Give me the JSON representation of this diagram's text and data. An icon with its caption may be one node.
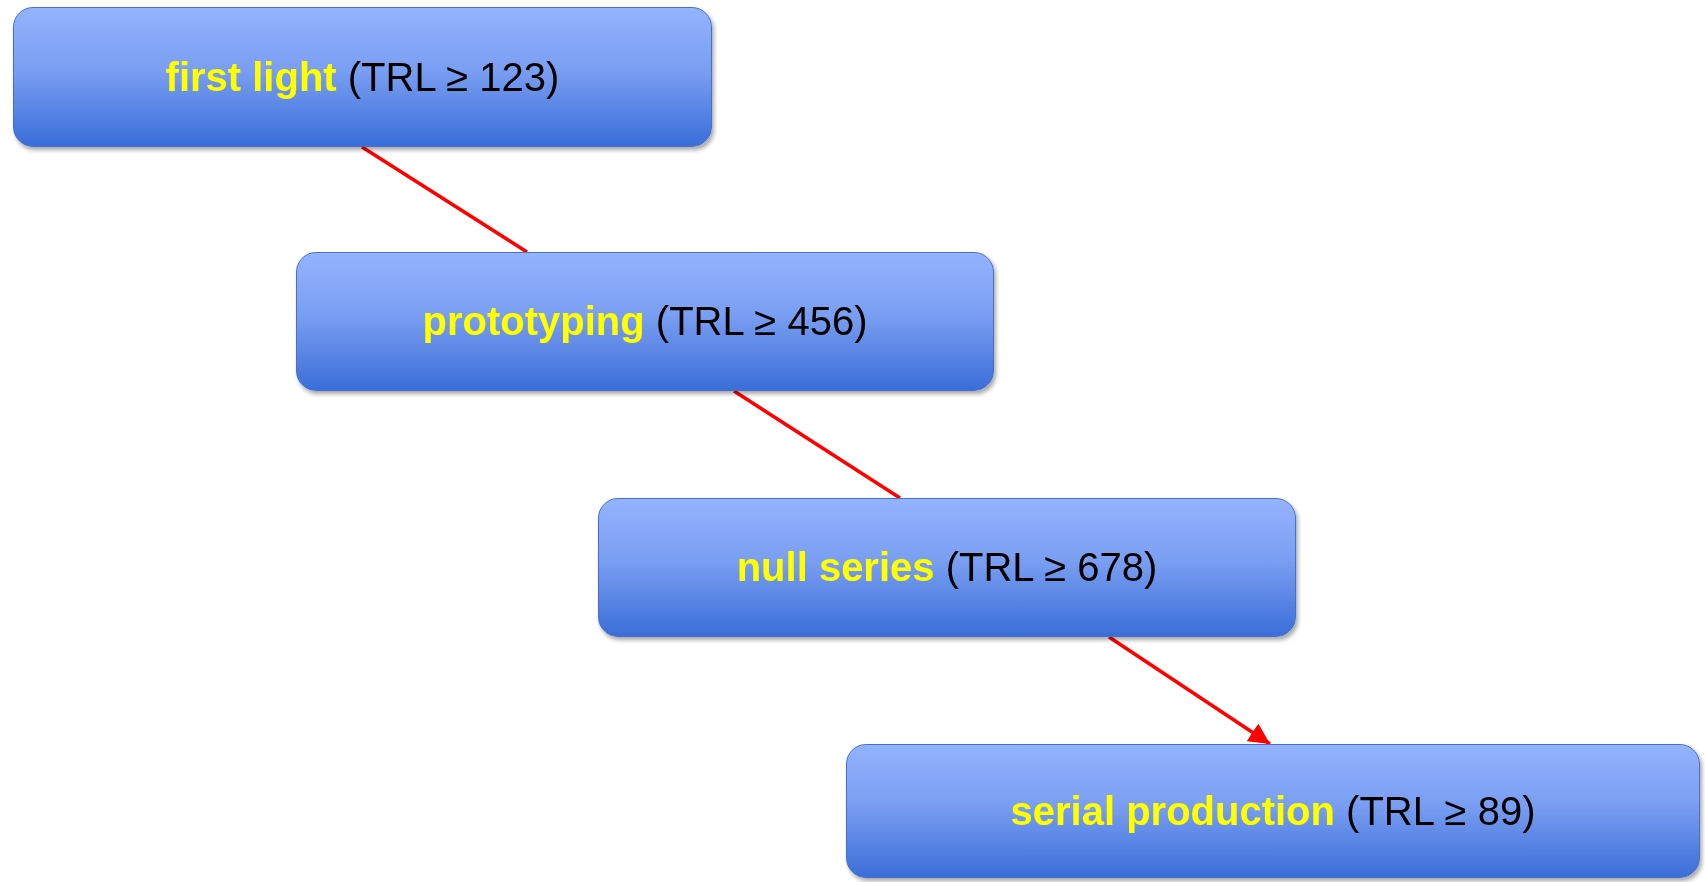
{
  "diagram": {
    "nodes": [
      {
        "text": [
          "**first light** (TRL ≥ 123)"
        ]
      },
      {
        "text": [
          "**prototyping** (TRL ≥ 456)"
        ]
      },
      {
        "text": [
          "**null series** (TRL ≥ 678)"
        ]
      },
      {
        "text": [
          "**serial production** (TRL ≥ 89)"
        ]
      }
    ],
    "edges": [
      {
        "from": 0,
        "to": 1,
        "arrow": "none"
      },
      {
        "from": 1,
        "to": 2,
        "arrow": "none"
      },
      {
        "from": 2,
        "to": 3,
        "arrow": "to"
      }
    ]
  }
}
